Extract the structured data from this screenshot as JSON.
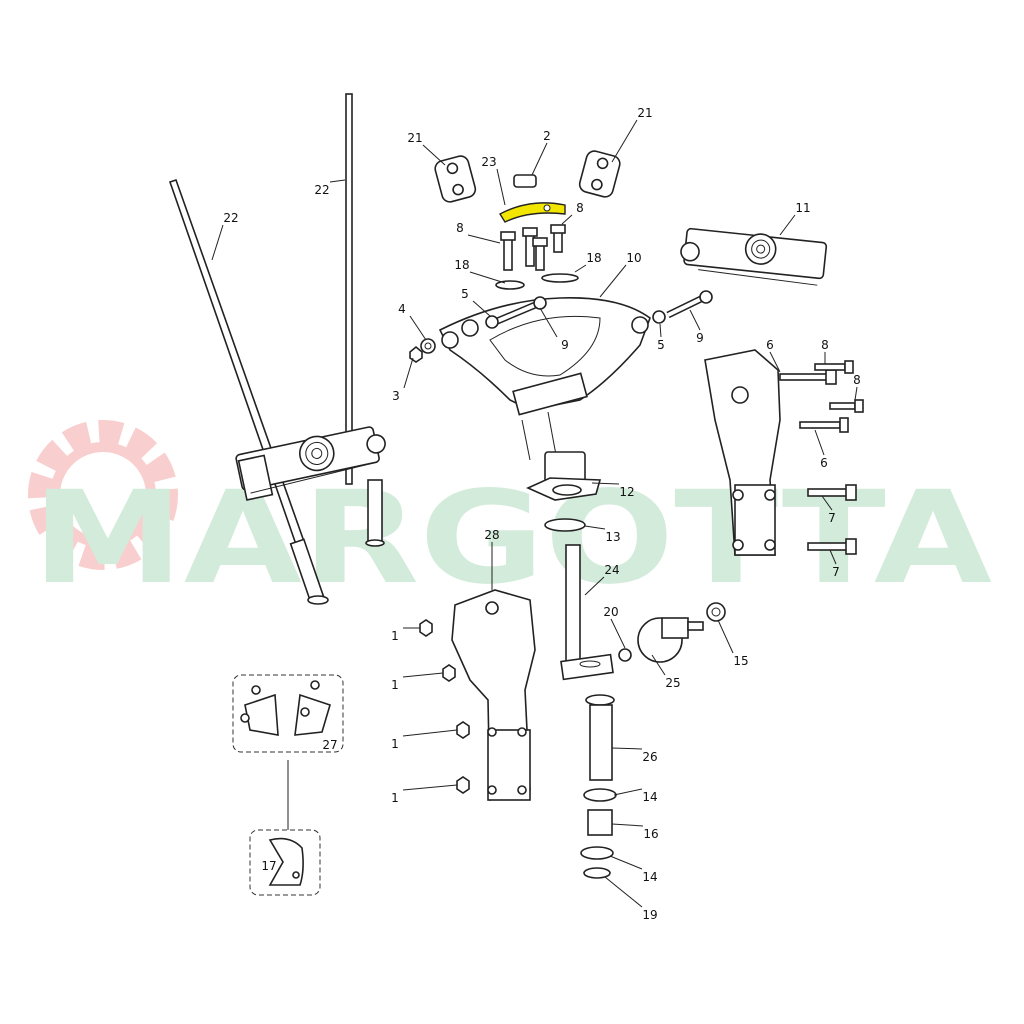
{
  "diagram": {
    "type": "exploded-parts-diagram",
    "watermark_text": "MARGOTTA",
    "highlight_color": "#f2e600",
    "watermark_green": "#cfe9d8",
    "watermark_red": "#f9c9c9",
    "highlighted_part": "23",
    "callouts": [
      "21",
      "2",
      "23",
      "21",
      "22",
      "22",
      "8",
      "8",
      "18",
      "18",
      "10",
      "11",
      "5",
      "4",
      "9",
      "5",
      "9",
      "3",
      "6",
      "8",
      "8",
      "6",
      "12",
      "7",
      "13",
      "7",
      "28",
      "24",
      "20",
      "15",
      "1",
      "25",
      "1",
      "26",
      "1",
      "14",
      "1",
      "16",
      "27",
      "14",
      "17",
      "19"
    ]
  }
}
